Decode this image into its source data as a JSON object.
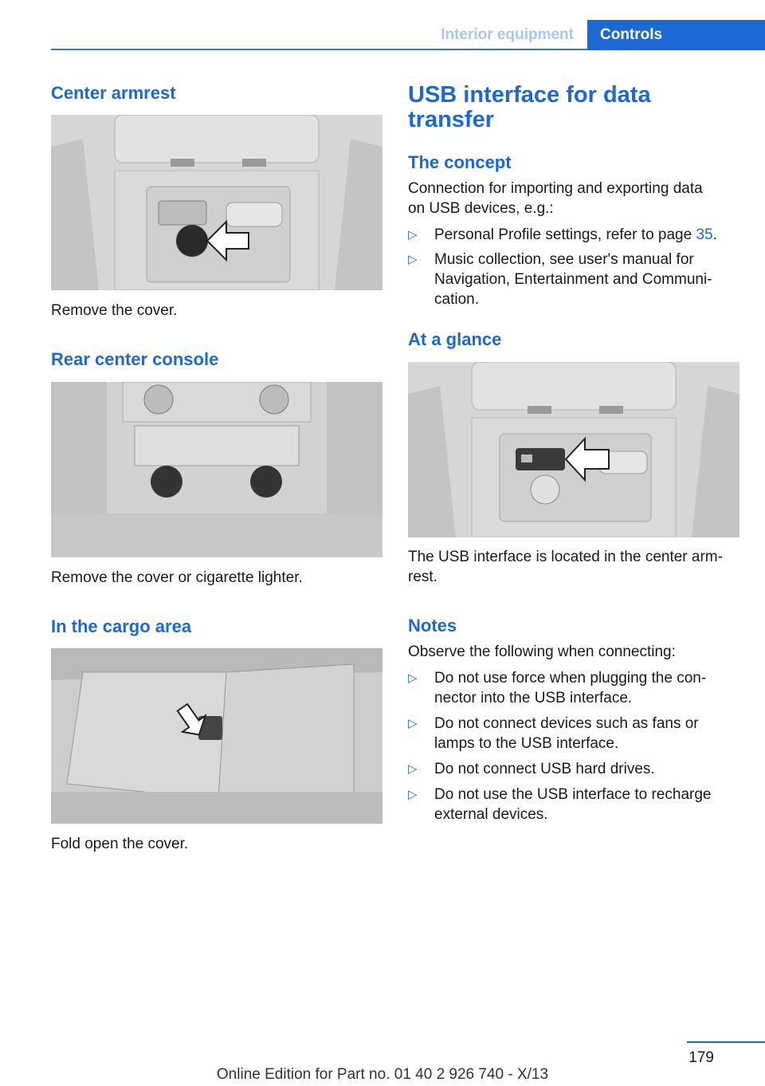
{
  "header": {
    "section": "Interior equipment",
    "tab": "Controls"
  },
  "left": {
    "armrest": {
      "title": "Center armrest",
      "caption": "Remove the cover."
    },
    "rear": {
      "title": "Rear center console",
      "caption": "Remove the cover or cigarette lighter."
    },
    "cargo": {
      "title": "In the cargo area",
      "caption": "Fold open the cover."
    }
  },
  "right": {
    "title_line1": "USB interface for data",
    "title_line2": "transfer",
    "concept": {
      "heading": "The concept",
      "line1": "Connection for importing and exporting data",
      "line2": "on USB devices, e.g.:",
      "bullets": [
        {
          "text": "Personal Profile settings, refer to page ",
          "link": "35",
          "suffix": "."
        },
        {
          "line1": "Music collection, see user's manual for",
          "line2": "Navigation, Entertainment and Communi-",
          "line3": "cation."
        }
      ]
    },
    "glance": {
      "heading": "At a glance",
      "caption_line1": "The USB interface is located in the center arm-",
      "caption_line2": "rest."
    },
    "notes": {
      "heading": "Notes",
      "intro": "Observe the following when connecting:",
      "bullets": [
        {
          "line1": "Do not use force when plugging the con-",
          "line2": "nector into the USB interface."
        },
        {
          "line1": "Do not connect devices such as fans or",
          "line2": "lamps to the USB interface."
        },
        {
          "line1": "Do not connect USB hard drives."
        },
        {
          "line1": "Do not use the USB interface to recharge",
          "line2": "external devices."
        }
      ]
    }
  },
  "footer": {
    "page": "179",
    "edition": "Online Edition for Part no. 01 40 2 926 740 - X/13"
  },
  "colors": {
    "accent": "#1c69d4",
    "header_faded": "#a9c6ec"
  },
  "icons": {
    "bullet": "triangle-right-icon",
    "arrow": "pointer-arrow-icon"
  }
}
